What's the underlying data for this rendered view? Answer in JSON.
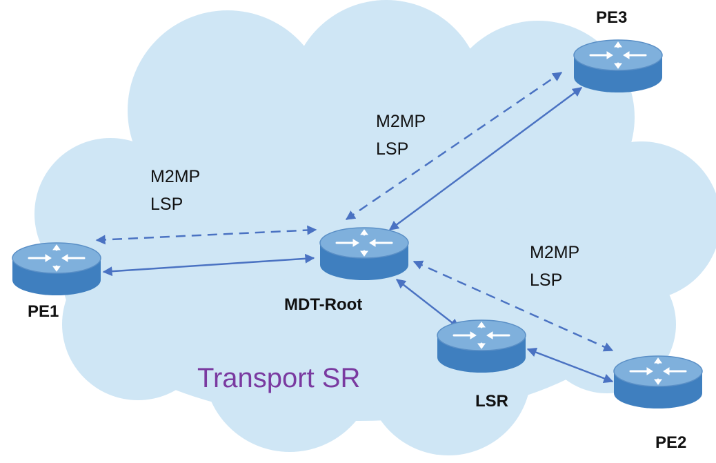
{
  "colors": {
    "cloud_fill": "#cfe6f5",
    "link": "#4a72c2",
    "router_top": "#7fb0dc",
    "router_side": "#3f7fbf",
    "router_arrow": "#ffffff",
    "label_accent": "#7a3aa0"
  },
  "cloud": {
    "label": "Transport SR"
  },
  "nodes": {
    "pe1": {
      "label": "PE1"
    },
    "pe2": {
      "label": "PE2"
    },
    "pe3": {
      "label": "PE3"
    },
    "root": {
      "label": "MDT-Root"
    },
    "lsr": {
      "label": "LSR"
    }
  },
  "lsp_labels": [
    {
      "line1": "M2MP",
      "line2": "LSP"
    },
    {
      "line1": "M2MP",
      "line2": "LSP"
    },
    {
      "line1": "M2MP",
      "line2": "LSP"
    }
  ],
  "links": [
    {
      "from": "PE1",
      "to": "MDT-Root",
      "style": "solid",
      "arrows": "both"
    },
    {
      "from": "PE1",
      "to": "MDT-Root",
      "style": "dashed",
      "arrows": "both"
    },
    {
      "from": "MDT-Root",
      "to": "PE3",
      "style": "solid",
      "arrows": "both"
    },
    {
      "from": "MDT-Root",
      "to": "PE3",
      "style": "dashed",
      "arrows": "both"
    },
    {
      "from": "MDT-Root",
      "to": "LSR",
      "style": "solid",
      "arrows": "both"
    },
    {
      "from": "LSR",
      "to": "PE2",
      "style": "solid",
      "arrows": "both"
    },
    {
      "from": "MDT-Root",
      "to": "PE2",
      "style": "dashed",
      "arrows": "both"
    }
  ]
}
